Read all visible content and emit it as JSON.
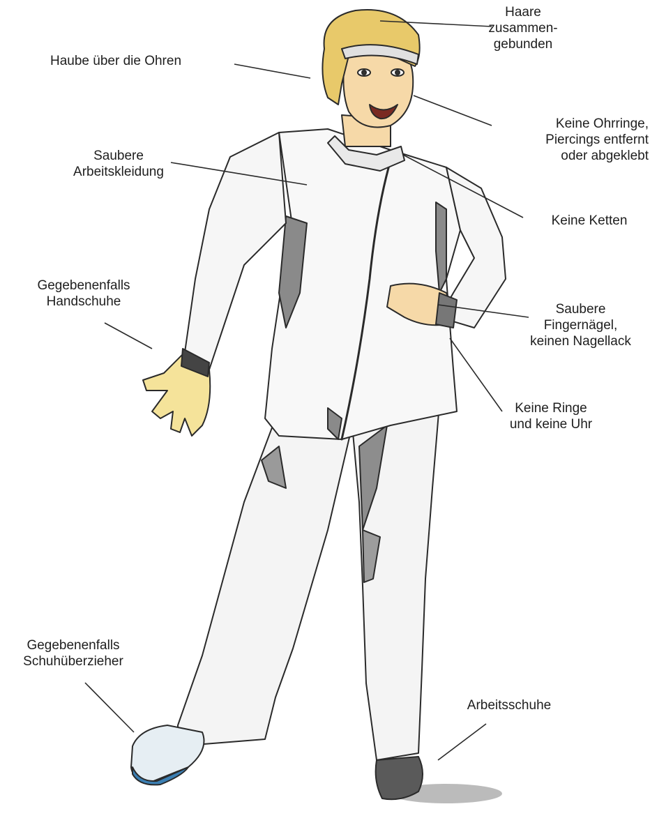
{
  "labels": {
    "hair": "Haare\nzusammen-\ngebunden",
    "cap": "Haube über die Ohren",
    "earrings": "Keine Ohrringe,\nPiercings entfernt\noder abgeklebt",
    "clothing": "Saubere\nArbeitskleidung",
    "chains": "Keine Ketten",
    "gloves": "Gegebenenfalls\nHandschuhe",
    "nails": "Saubere\nFingernägel,\nkeinen Nagellack",
    "rings": "Keine Ringe\nund keine Uhr",
    "shoecovers": "Gegebenenfalls\nSchuhüberzieher",
    "workshoes": "Arbeitsschuhe"
  },
  "colors": {
    "line": "#2a2a2a",
    "skin": "#f6d9a8",
    "hair": "#e8c96a",
    "jacket": "#f7f7f7",
    "shade": "#8a8a8a",
    "glove": "#f5e39a",
    "shoecover_blue": "#3b7fb3"
  }
}
